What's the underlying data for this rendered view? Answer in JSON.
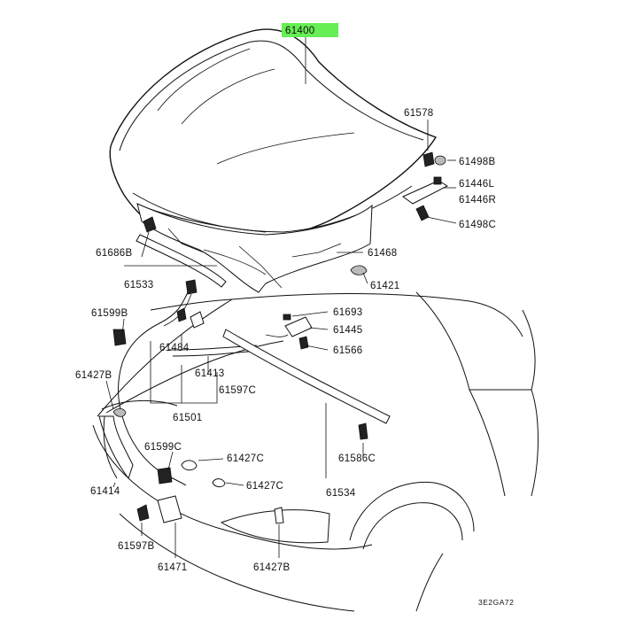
{
  "diagram": {
    "highlight_color": "#66ee55",
    "labels": [
      {
        "id": "l61400",
        "text": "61400"
      },
      {
        "id": "l61578",
        "text": "61578"
      },
      {
        "id": "l61498B",
        "text": "61498B"
      },
      {
        "id": "l61446L",
        "text": "61446L"
      },
      {
        "id": "l61446R",
        "text": "61446R"
      },
      {
        "id": "l61498C",
        "text": "61498C"
      },
      {
        "id": "l61686B",
        "text": "61686B"
      },
      {
        "id": "l61468",
        "text": "61468"
      },
      {
        "id": "l61533",
        "text": "61533"
      },
      {
        "id": "l61421",
        "text": "61421"
      },
      {
        "id": "l61599B",
        "text": "61599B"
      },
      {
        "id": "l61693",
        "text": "61693"
      },
      {
        "id": "l61445",
        "text": "61445"
      },
      {
        "id": "l61484",
        "text": "61484"
      },
      {
        "id": "l61566",
        "text": "61566"
      },
      {
        "id": "l61427B_top",
        "text": "61427B"
      },
      {
        "id": "l61413",
        "text": "61413"
      },
      {
        "id": "l61597C",
        "text": "61597C"
      },
      {
        "id": "l61501",
        "text": "61501"
      },
      {
        "id": "l61599C",
        "text": "61599C"
      },
      {
        "id": "l61427C_a",
        "text": "61427C"
      },
      {
        "id": "l61586C",
        "text": "61586C"
      },
      {
        "id": "l61414",
        "text": "61414"
      },
      {
        "id": "l61427C_b",
        "text": "61427C"
      },
      {
        "id": "l61534",
        "text": "61534"
      },
      {
        "id": "l61597B",
        "text": "61597B"
      },
      {
        "id": "l61471",
        "text": "61471"
      },
      {
        "id": "l61427B_bot",
        "text": "61427B"
      }
    ],
    "figure_code": "3E2GA72"
  }
}
